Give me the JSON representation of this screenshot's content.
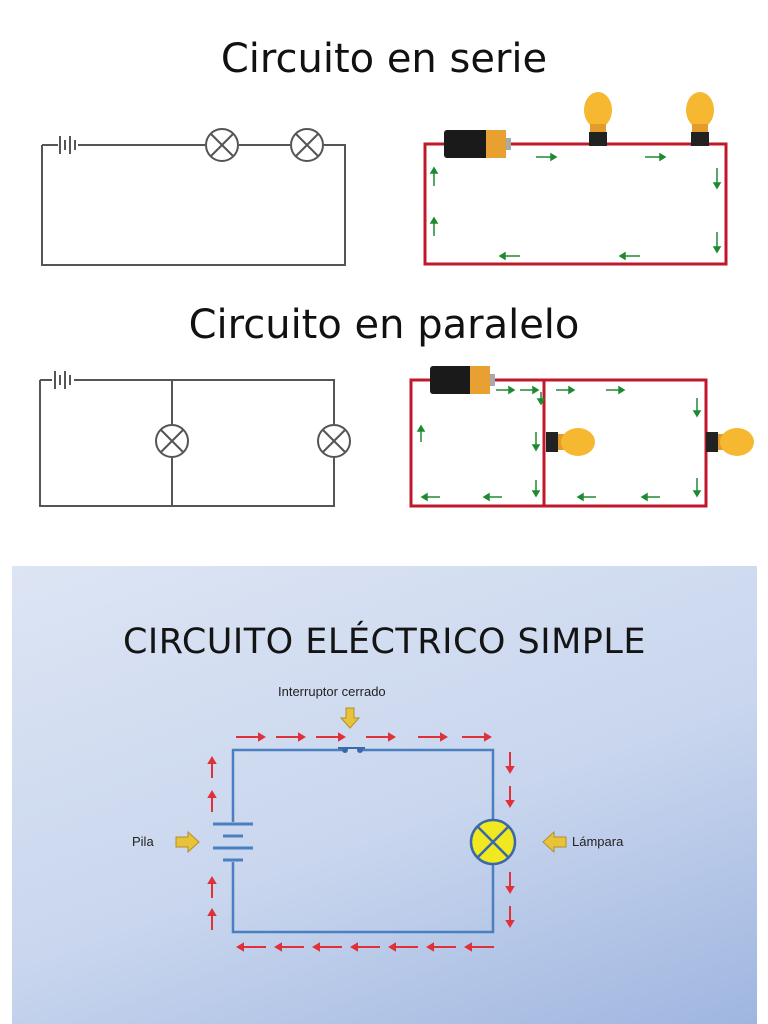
{
  "serie": {
    "title": "Circuito en serie"
  },
  "paralelo": {
    "title": "Circuito en paralelo"
  },
  "simple": {
    "title": "CIRCUITO ELÉCTRICO SIMPLE",
    "labels": {
      "interruptor": "Interruptor cerrado",
      "pila": "Pila",
      "lampara": "Lámpara"
    }
  },
  "colors": {
    "wire_schematic": "#555555",
    "wire_pictorial": "#c0182a",
    "current_arrow": "#1e8a30",
    "flow_arrow": "#e0303a",
    "circuit_blue": "#4a7fc0",
    "bulb": "#f5b830",
    "pointer_arrow": "#e8c33a",
    "lamp_fill": "#f0e820"
  },
  "icons": [
    "battery-icon",
    "lamp-symbol-icon",
    "light-bulb-icon",
    "arrow-icon"
  ]
}
